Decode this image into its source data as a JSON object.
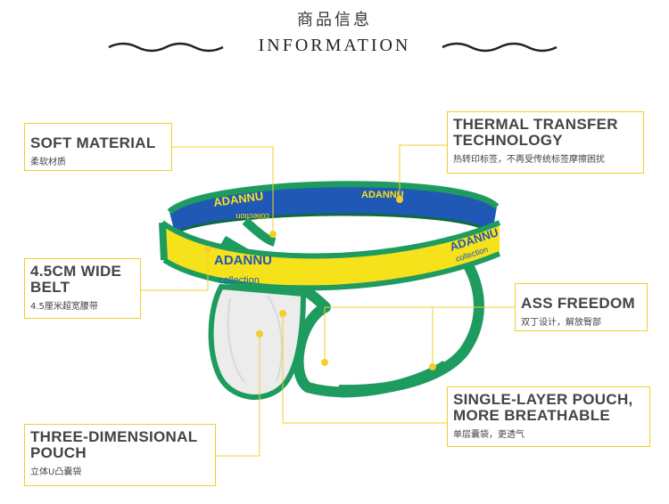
{
  "header": {
    "title_cn": "商品信息",
    "title_en": "INFORMATION"
  },
  "product": {
    "belt_brand_front": "ADANNU",
    "belt_collection_front": "collection",
    "belt_brand_right": "ADANNU",
    "belt_collection_right": "collection",
    "belt_brand_back": "ADANNU",
    "belt_collection_back": "collection",
    "inner_label": "ADANNU",
    "colors": {
      "band_yellow": "#f6e21a",
      "trim_green": "#1e9b5f",
      "inner_blue": "#1f58b5",
      "pouch_white": "#ececec",
      "leader_yellow": "#f2cf2c"
    }
  },
  "callouts": {
    "soft_material": {
      "en": "SOFT MATERIAL",
      "cn": "柔软材质"
    },
    "thermal": {
      "en1": "THERMAL TRANSFER",
      "en2": "TECHNOLOGY",
      "cn": "热转印标签，不再受传统标签摩擦困扰"
    },
    "belt": {
      "en1": "4.5CM WIDE",
      "en2": "BELT",
      "cn": "4.5厘米超宽腰带"
    },
    "ass_freedom": {
      "en": "ASS FREEDOM",
      "cn": "双丁设计，解放臀部"
    },
    "single_layer": {
      "en1": "SINGLE-LAYER POUCH,",
      "en2": "MORE BREATHABLE",
      "cn": "单层囊袋，更透气"
    },
    "pouch": {
      "en1": "THREE-DIMENSIONAL",
      "en2": "POUCH",
      "cn": "立体U凸囊袋"
    }
  }
}
